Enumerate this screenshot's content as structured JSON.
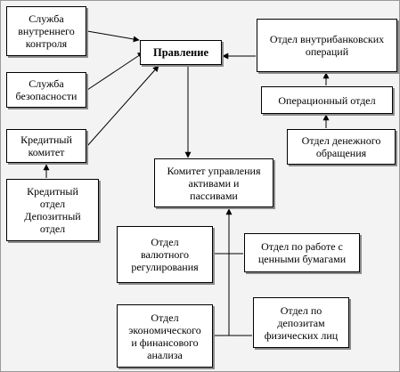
{
  "diagram": {
    "nodes": {
      "sluzhba_vk": "Служба\nвнутреннего\nконтроля",
      "bezopasnost": "Служба\nбезопасности",
      "kredit_komitet": "Кредитный\nкомитет",
      "kredit_deposit_otdel": "Кредитный\nотдел\nДепозитный\nотдел",
      "pravlenie": "Правление",
      "vnutribank": "Отдел внутрибанковских\nопераций",
      "operac_otdel": "Операционный отдел",
      "den_obrashchenie": "Отдел денежного\nобращения",
      "komitet_aktivy": "Комитет управления\nактивами и\nпассивами",
      "valut_regul": "Отдел\nвалютного\nрегулирования",
      "cennye_bumagi": "Отдел по работе с\nценными бумагами",
      "ekon_fin_analiz": "Отдел\nэкономического\nи финансового\nанализа",
      "deposit_fiz": "Отдел по\nдепозитам\nфизических лиц"
    },
    "edges": [
      {
        "from": "sluzhba_vk",
        "to": "pravlenie"
      },
      {
        "from": "bezopasnost",
        "to": "pravlenie"
      },
      {
        "from": "kredit_komitet",
        "to": "pravlenie"
      },
      {
        "from": "kredit_deposit_otdel",
        "to": "kredit_komitet"
      },
      {
        "from": "vnutribank",
        "to": "pravlenie"
      },
      {
        "from": "operac_otdel",
        "to": "vnutribank"
      },
      {
        "from": "den_obrashchenie",
        "to": "operac_otdel"
      },
      {
        "from": "pravlenie",
        "to": "komitet_aktivy"
      },
      {
        "from": "valut_regul",
        "to": "komitet_aktivy"
      },
      {
        "from": "cennye_bumagi",
        "to": "komitet_aktivy"
      },
      {
        "from": "ekon_fin_analiz",
        "to": "komitet_aktivy"
      },
      {
        "from": "deposit_fiz",
        "to": "komitet_aktivy"
      }
    ]
  }
}
